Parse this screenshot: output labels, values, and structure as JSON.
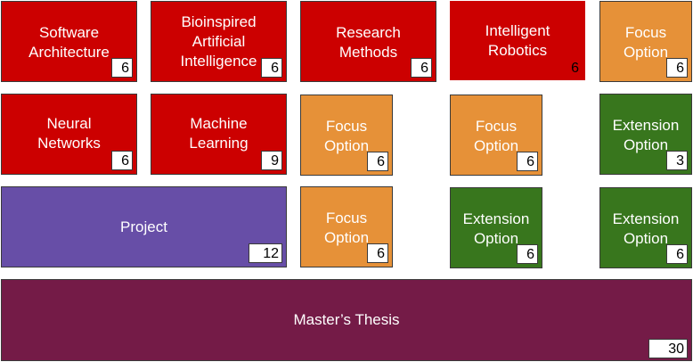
{
  "colors": {
    "core": "#cc0000",
    "focus": "#e69138",
    "extension": "#38761d",
    "project": "#674ea7",
    "thesis": "#741b47"
  },
  "modules": [
    {
      "title": "Software\nArchitecture",
      "credits": "6"
    },
    {
      "title": "Bioinspired\nArtificial\nIntelligence",
      "credits": "6"
    },
    {
      "title": "Research\nMethods",
      "credits": "6"
    },
    {
      "title": "Intelligent\nRobotics",
      "credits": "6"
    },
    {
      "title": "Focus\nOption",
      "credits": "6"
    },
    {
      "title": "Neural\nNetworks",
      "credits": "6"
    },
    {
      "title": "Machine\nLearning",
      "credits": "9"
    },
    {
      "title": "Focus\nOption",
      "credits": "6"
    },
    {
      "title": "Focus\nOption",
      "credits": "6"
    },
    {
      "title": "Extension\nOption",
      "credits": "3"
    },
    {
      "title": "Project",
      "credits": "12"
    },
    {
      "title": "Focus\nOption",
      "credits": "6"
    },
    {
      "title": "Extension\nOption",
      "credits": "6"
    },
    {
      "title": "Extension\nOption",
      "credits": "6"
    },
    {
      "title": "Master’s Thesis",
      "credits": "30"
    }
  ]
}
